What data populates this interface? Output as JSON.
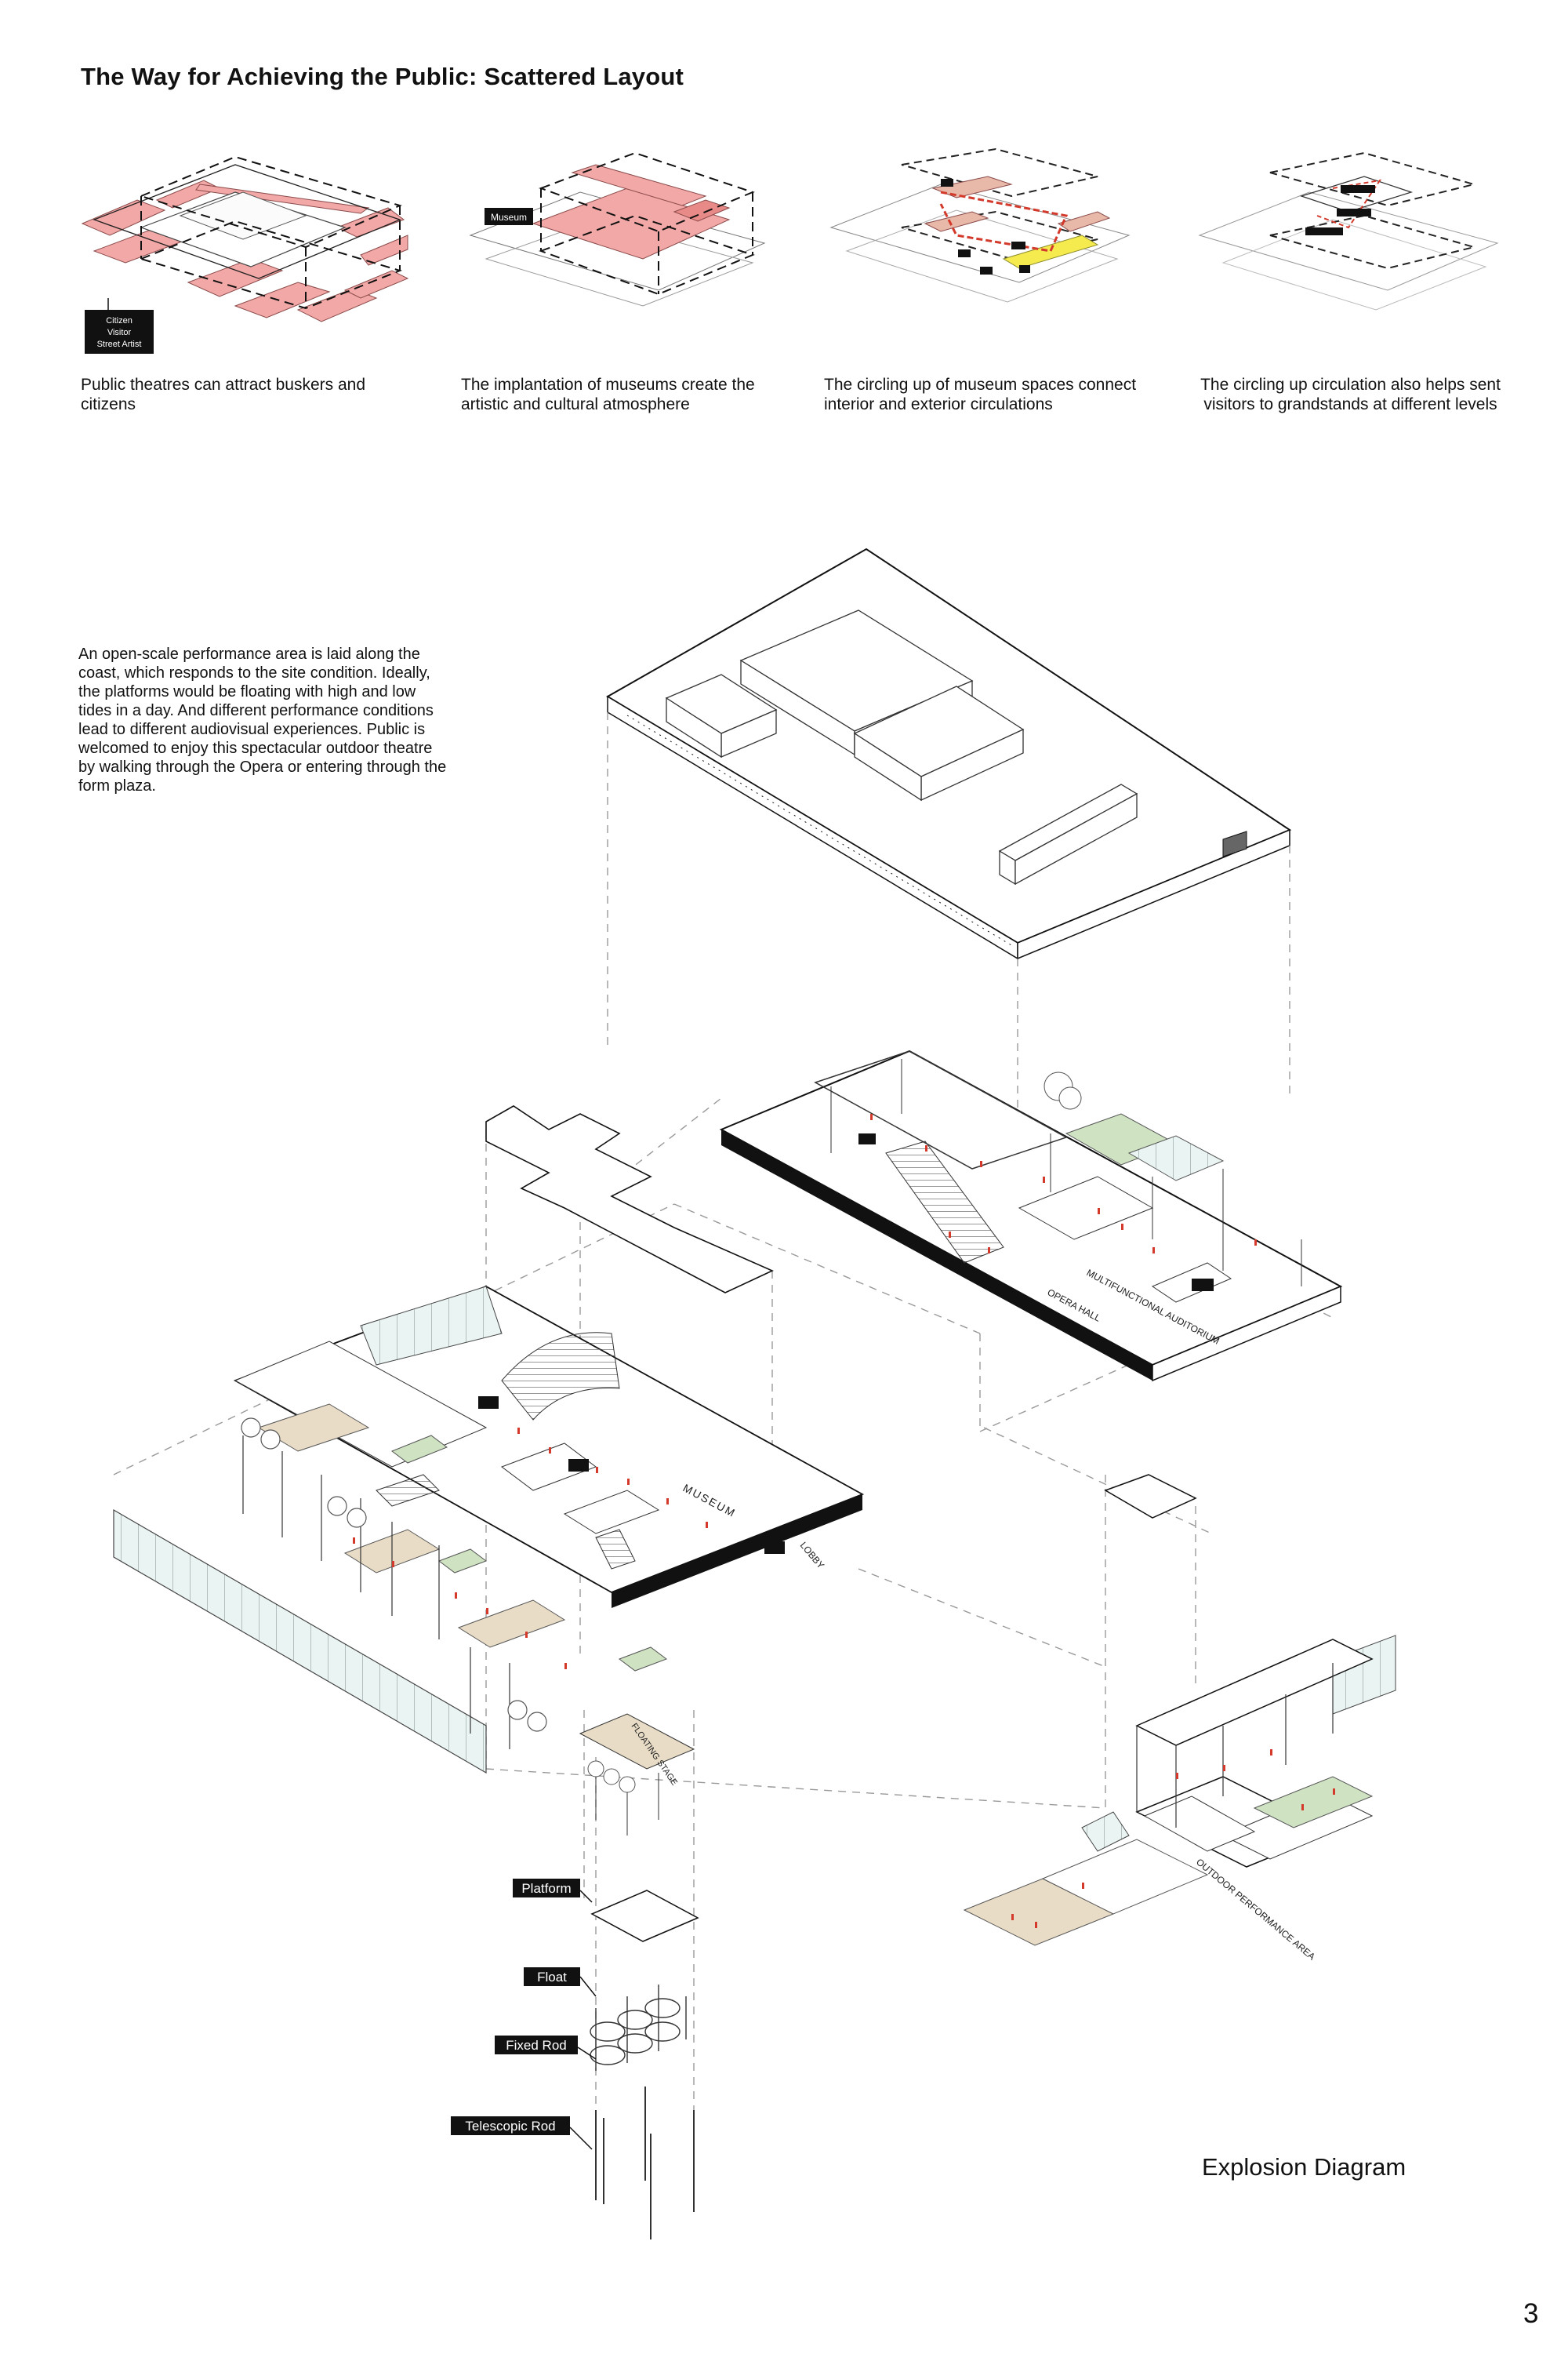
{
  "title": "The Way for Achieving the Public:  Scattered Layout",
  "small_diagrams": [
    {
      "caption": "Public theatres can attract buskers and citizens",
      "tag_lines": [
        "Citizen",
        "Visitor",
        "Street Artist"
      ]
    },
    {
      "caption": "The implantation of museums create the artistic and cultural atmosphere",
      "tag": "Museum"
    },
    {
      "caption": "The circling up of museum spaces connect interior and exterior circulations"
    },
    {
      "caption": "The circling up circulation also helps sent visitors to grandstands at different levels"
    }
  ],
  "intro_text": "An open-scale performance area is laid along the coast, which responds to the site condition. Ideally, the platforms would be floating with high and low tides in a day. And different performance conditions lead to different audiovisual experiences. Public is welcomed to enjoy this spectacular outdoor theatre by walking through the Opera or entering through the form plaza.",
  "component_labels": {
    "platform": "Platform",
    "float": "Float",
    "fixed_rod": "Fixed Rod",
    "telescopic_rod": "Telescopic Rod"
  },
  "plan_labels": {
    "museum": "MUSEUM",
    "lobby": "LOBBY",
    "floating_stage": "FLOATING STAGE",
    "multifunctional": "MULTIFUNCTIONAL AUDITORIUM",
    "opera_hall": "OPERA HALL",
    "outdoor_performance": "OUTDOOR PERFORMANCE AREA"
  },
  "footer_label": "Explosion Diagram",
  "page_number": "3",
  "colors": {
    "public_pink": "#f2a8a6",
    "circulation_red": "#d33a2c",
    "highlight_yellow": "#f5ea4e",
    "green_roof": "#cfe3c3",
    "wood_tan": "#e8dcc6",
    "glass": "#e6f2f2"
  }
}
